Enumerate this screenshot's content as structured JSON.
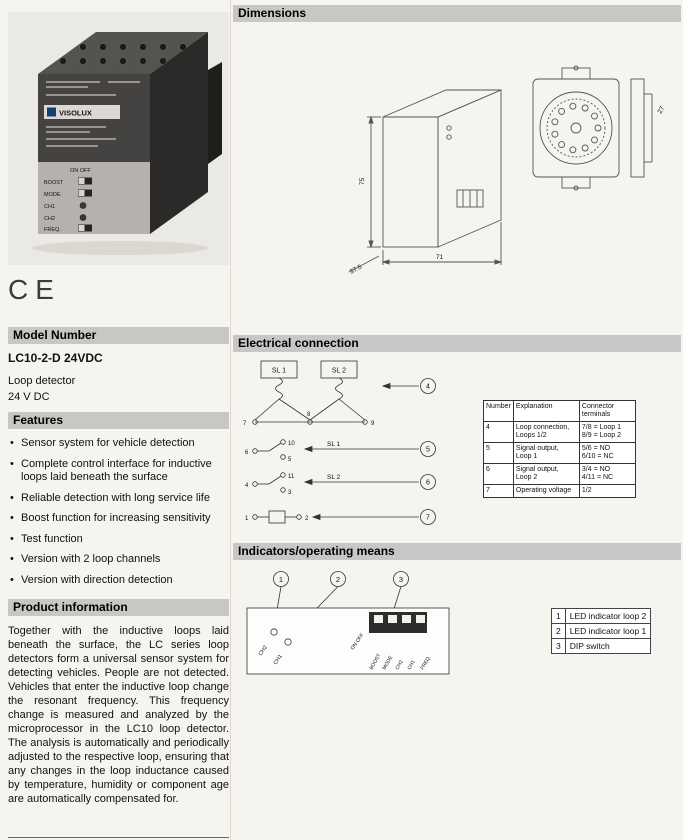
{
  "left": {
    "photo": {
      "brand": "VISOLUX",
      "panel": {
        "on_off": "ON  OFF",
        "rows": [
          "BOOST",
          "MODE",
          "CH1",
          "CH2",
          "FREQ."
        ]
      }
    },
    "ce_mark": "CE",
    "model": {
      "header": "Model Number",
      "name": "LC10-2-D 24VDC",
      "type": "Loop detector",
      "supply": "24 V DC"
    },
    "features": {
      "header": "Features",
      "items": [
        "Sensor system for vehicle detection",
        "Complete control interface for inductive loops laid beneath the surface",
        "Reliable detection with long service life",
        "Boost function for increasing sensitivity",
        "Test function",
        "Version with 2 loop channels",
        "Version with direction detection"
      ]
    },
    "product_info": {
      "header": "Product information",
      "text": "Together with the inductive loops laid beneath the surface, the LC series loop detectors form a universal sensor system for detecting vehicles. People are not detected. Vehicles that enter the inductive loop change the resonant frequency. This frequency change is measured and analyzed by the microprocessor in the LC10 loop detector. The analysis is automatically and periodically adjusted to the respective loop, ensuring that any changes in the loop inductance caused by temperature, humidity or component age are automatically compensated for."
    }
  },
  "right": {
    "dimensions": {
      "header": "Dimensions",
      "height": "75",
      "depth": "71",
      "width": "37.5",
      "socket": "27"
    },
    "electrical": {
      "header": "Electrical connection",
      "diagram": {
        "loop1": "SL 1",
        "loop2": "SL 2",
        "switch1": "SL 1",
        "switch2": "SL 2",
        "t7": "7",
        "t8": "8",
        "t9": "9",
        "t6": "6",
        "t10": "10",
        "t5": "5",
        "t4": "4",
        "t11": "11",
        "t3": "3",
        "t1": "1",
        "t2": "2",
        "c4": "4",
        "c5": "5",
        "c6": "6",
        "c7": "7"
      },
      "table": {
        "headers": [
          "Number",
          "Explanation",
          "Connector\nterminals"
        ],
        "rows": [
          [
            "4",
            "Loop connection,\nLoops 1/2",
            "7/8 = Loop 1\n8/9 = Loop 2"
          ],
          [
            "5",
            "Signal output,\nLoop 1",
            "5/6 = NO\n6/10 = NC"
          ],
          [
            "6",
            "Signal output,\nLoop 2",
            "3/4 = NO\n4/11 = NC"
          ],
          [
            "7",
            "Operating voltage",
            "1/2"
          ]
        ]
      }
    },
    "indicators": {
      "header": "Indicators/operating means",
      "callouts": [
        "1",
        "2",
        "3"
      ],
      "panel": {
        "led2": "CH2",
        "led1": "CH1",
        "on_off": "ON  OFF",
        "labels": [
          "BOOST",
          "MODE",
          "CH2",
          "CH1",
          "FREQ."
        ]
      },
      "legend": [
        {
          "num": "1",
          "label": "LED indicator loop 2"
        },
        {
          "num": "2",
          "label": "LED indicator loop 1"
        },
        {
          "num": "3",
          "label": "DIP switch"
        }
      ]
    }
  }
}
